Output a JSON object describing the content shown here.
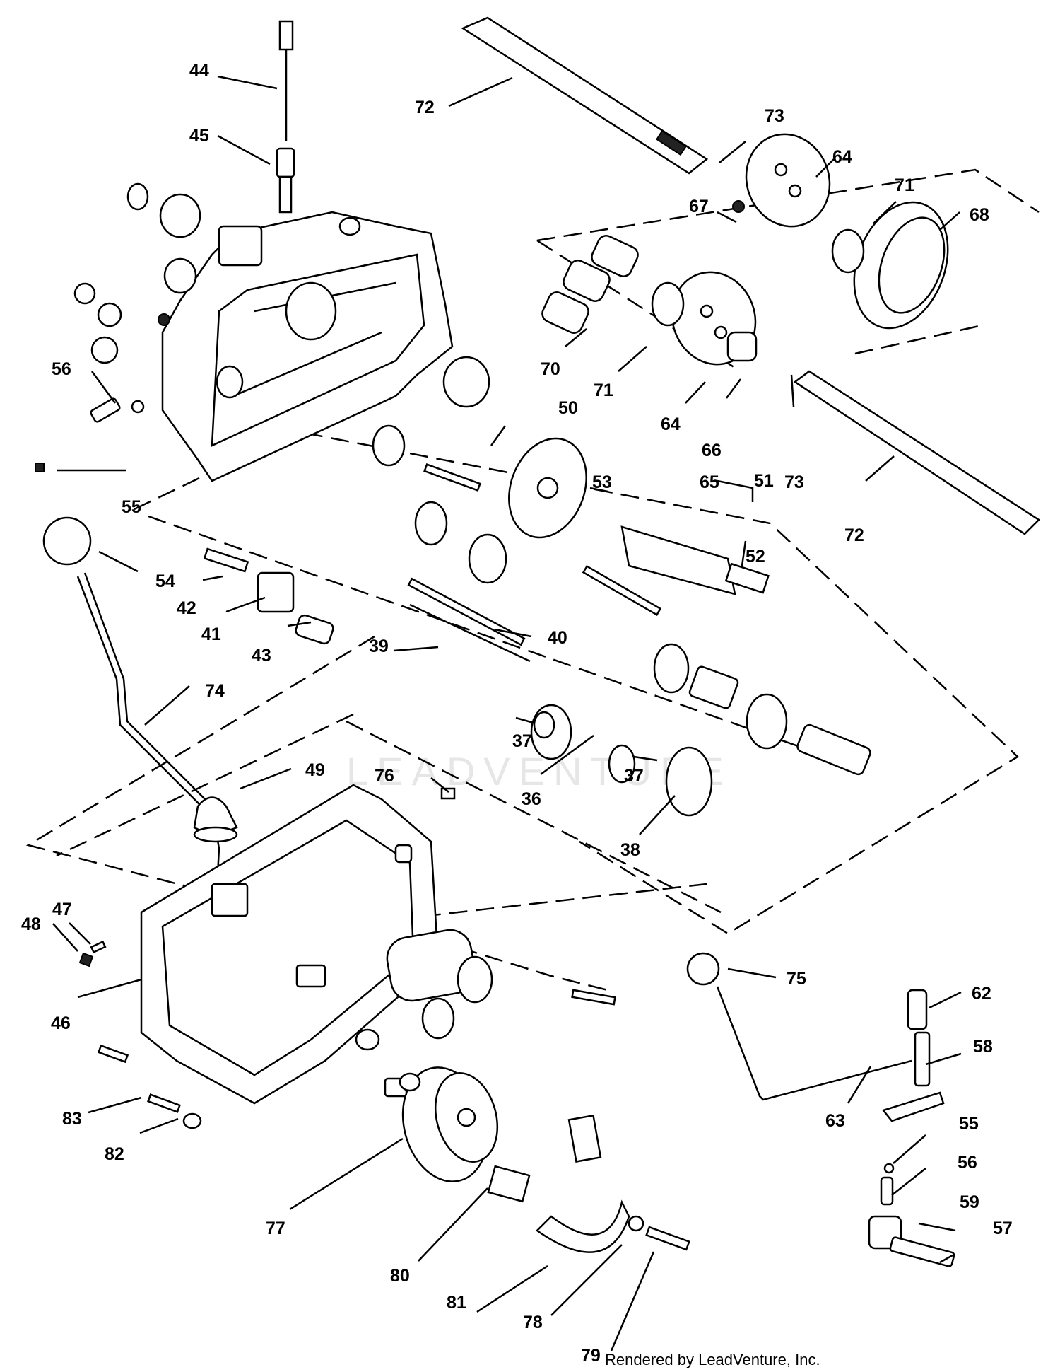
{
  "watermark": "LEADVENTURE",
  "credit": "Rendered by LeadVenture, Inc.",
  "callouts": [
    {
      "text": "44"
    },
    {
      "text": "45"
    },
    {
      "text": "72"
    },
    {
      "text": "73"
    },
    {
      "text": "64"
    },
    {
      "text": "71"
    },
    {
      "text": "67"
    },
    {
      "text": "68"
    },
    {
      "text": "70"
    },
    {
      "text": "71"
    },
    {
      "text": "64"
    },
    {
      "text": "66"
    },
    {
      "text": "73"
    },
    {
      "text": "50"
    },
    {
      "text": "56"
    },
    {
      "text": "53"
    },
    {
      "text": "65"
    },
    {
      "text": "51"
    },
    {
      "text": "55"
    },
    {
      "text": "72"
    },
    {
      "text": "52"
    },
    {
      "text": "54"
    },
    {
      "text": "42"
    },
    {
      "text": "41"
    },
    {
      "text": "43"
    },
    {
      "text": "40"
    },
    {
      "text": "39"
    },
    {
      "text": "74"
    },
    {
      "text": "37"
    },
    {
      "text": "37"
    },
    {
      "text": "36"
    },
    {
      "text": "49"
    },
    {
      "text": "76"
    },
    {
      "text": "38"
    },
    {
      "text": "48"
    },
    {
      "text": "47"
    },
    {
      "text": "46"
    },
    {
      "text": "75"
    },
    {
      "text": "62"
    },
    {
      "text": "58"
    },
    {
      "text": "83"
    },
    {
      "text": "82"
    },
    {
      "text": "63"
    },
    {
      "text": "55"
    },
    {
      "text": "56"
    },
    {
      "text": "77"
    },
    {
      "text": "59"
    },
    {
      "text": "57"
    },
    {
      "text": "80"
    },
    {
      "text": "81"
    },
    {
      "text": "78"
    },
    {
      "text": "79"
    }
  ]
}
